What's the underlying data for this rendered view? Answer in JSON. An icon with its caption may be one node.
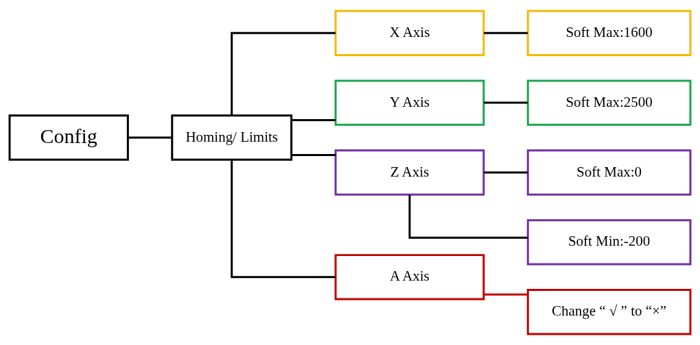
{
  "diagram": {
    "nodes": [
      {
        "text": [
          "Config"
        ]
      },
      {
        "text": [
          "Homing/ Limits"
        ]
      },
      {
        "text": [
          "X Axis"
        ]
      },
      {
        "text": [
          "Y Axis"
        ]
      },
      {
        "text": [
          "Z Axis"
        ]
      },
      {
        "text": [
          "A Axis"
        ]
      },
      {
        "text": [
          "Soft Max:1600"
        ]
      },
      {
        "text": [
          "Soft Max:2500"
        ]
      },
      {
        "text": [
          "Soft Max:0"
        ]
      },
      {
        "text": [
          "Soft Min:-200"
        ]
      },
      {
        "text": [
          "Change “ √ ” to “×”"
        ]
      }
    ],
    "edges": [
      {
        "from": 0,
        "to": 1,
        "arrow": "none"
      },
      {
        "from": 1,
        "to": 2,
        "arrow": "none"
      },
      {
        "from": 1,
        "to": 3,
        "arrow": "none"
      },
      {
        "from": 1,
        "to": 4,
        "arrow": "none"
      },
      {
        "from": 1,
        "to": 5,
        "arrow": "none"
      },
      {
        "from": 2,
        "to": 6,
        "arrow": "none"
      },
      {
        "from": 3,
        "to": 7,
        "arrow": "none"
      },
      {
        "from": 4,
        "to": 8,
        "arrow": "none"
      },
      {
        "from": 4,
        "to": 9,
        "arrow": "none"
      },
      {
        "from": 5,
        "to": 10,
        "arrow": "none",
        "color": "#c00000"
      }
    ]
  }
}
